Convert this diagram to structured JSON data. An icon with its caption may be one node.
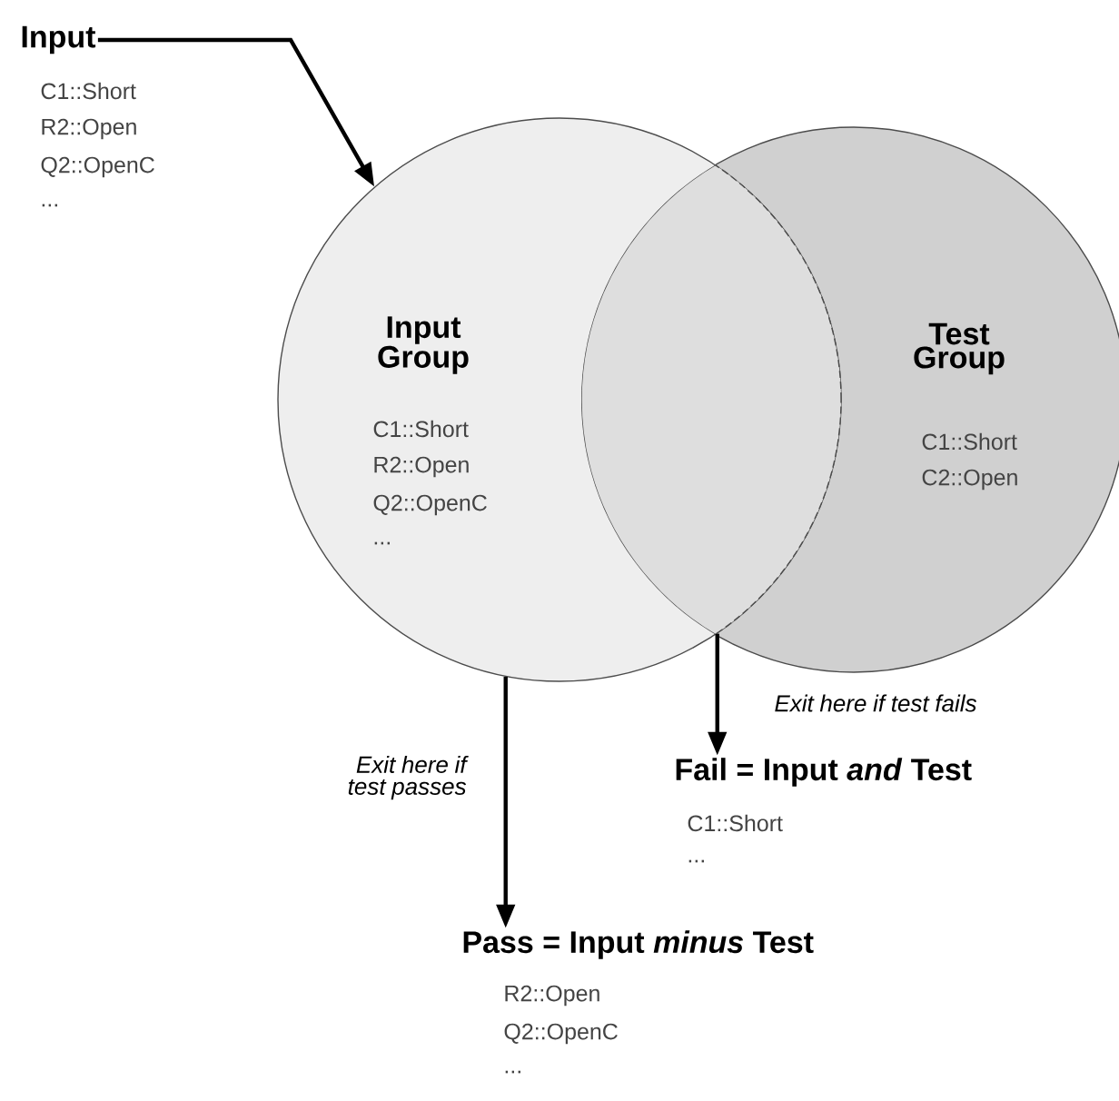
{
  "diagram": {
    "nodes": [
      {
        "text": [
          "Input",
          "C1::Short",
          "R2::Open",
          "Q2::OpenC",
          "..."
        ]
      },
      {
        "text": [
          "Input Group",
          "C1::Short",
          "R2::Open",
          "Q2::OpenC",
          "..."
        ]
      },
      {
        "text": [
          "Test Group",
          "C1::Short",
          "C2::Open"
        ]
      },
      {
        "text": [
          "Fail = Input *and* Test",
          "C1::Short",
          "..."
        ]
      },
      {
        "text": [
          "Pass = Input *minus* Test",
          "R2::Open",
          "Q2::OpenC",
          "..."
        ]
      }
    ],
    "edges": [
      {
        "from": 0,
        "to": 1,
        "arrow": "to"
      },
      {
        "from": 1,
        "to": 4,
        "arrow": "to",
        "label": "Exit here if test passes"
      },
      {
        "from": 1,
        "to": 3,
        "arrow": "to",
        "label": "Exit here if test fails"
      }
    ]
  }
}
